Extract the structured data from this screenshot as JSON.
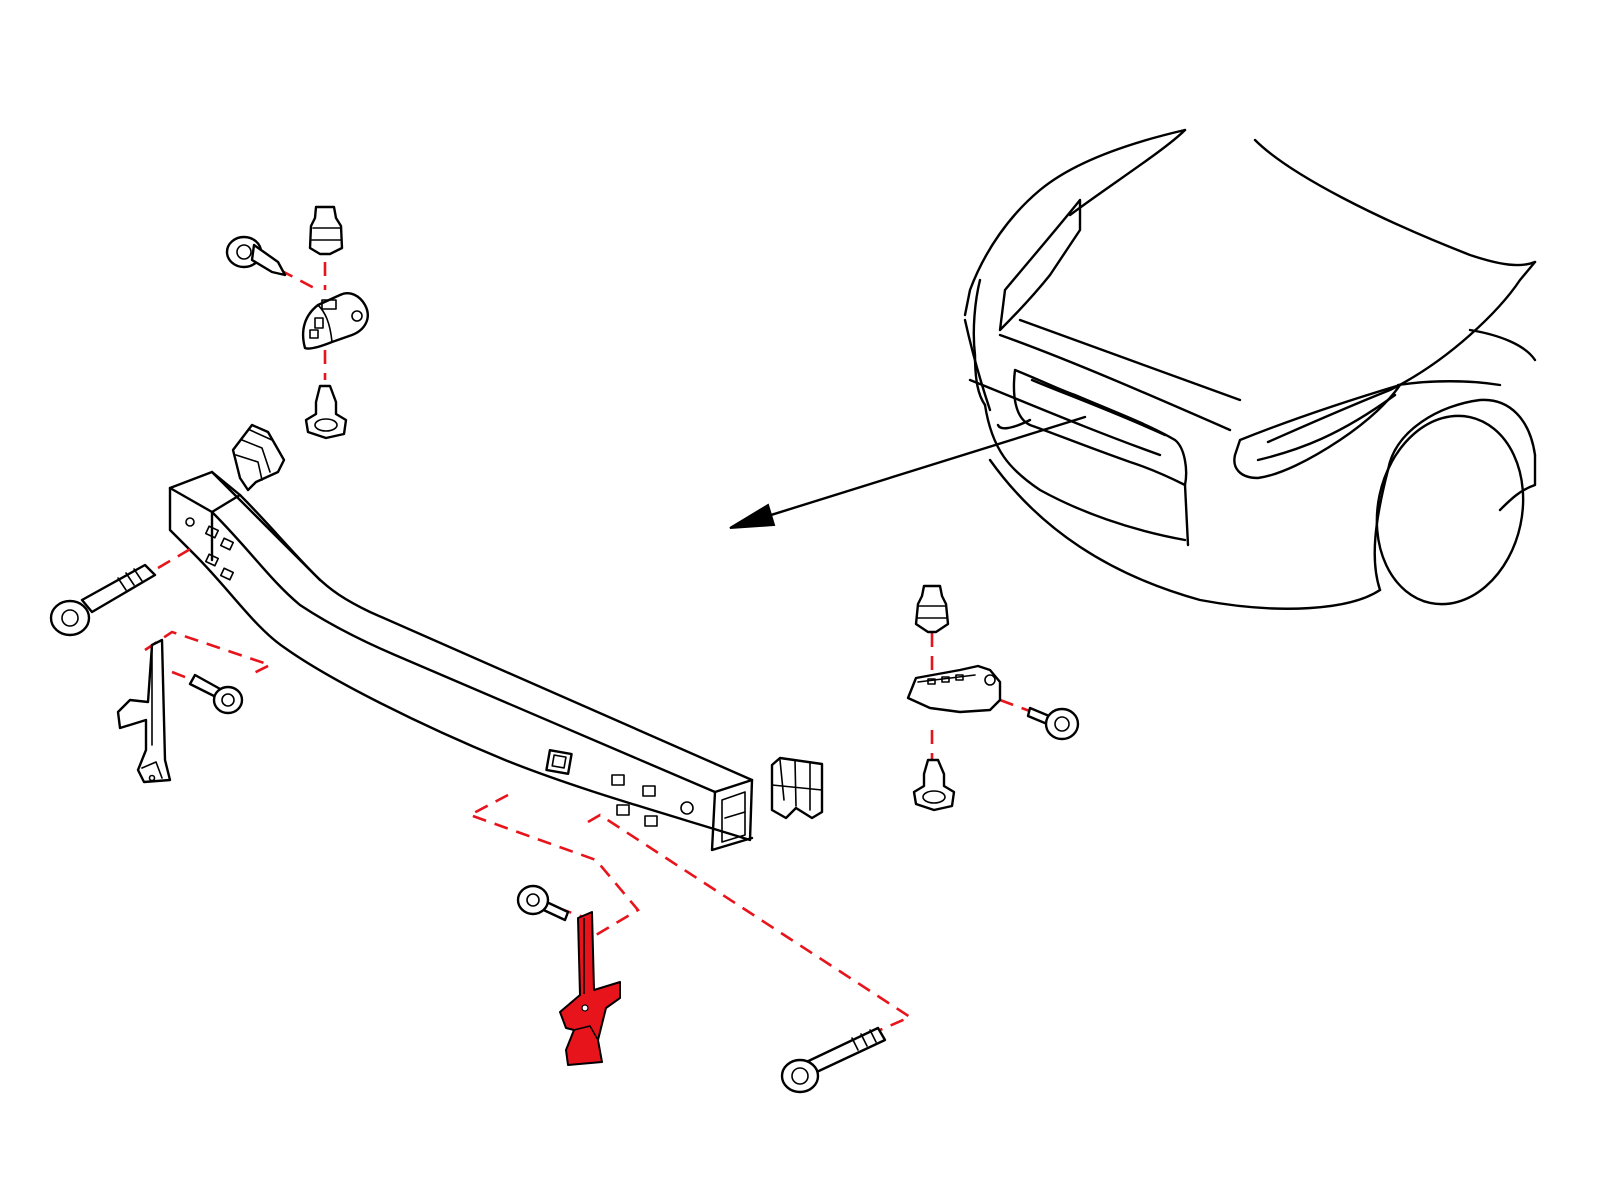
{
  "diagram": {
    "kind": "exploded-parts-view",
    "colors": {
      "background": "#ffffff",
      "line": "#000000",
      "leader": "#e8141c",
      "highlight": "#e8141c"
    },
    "highlighted_part": "center-lower-bracket",
    "parts": [
      {
        "id": "vehicle-front-outline",
        "icon": "car-front-icon"
      },
      {
        "id": "location-arrow",
        "icon": "arrow-icon"
      },
      {
        "id": "bumper-reinforcement-beam",
        "icon": "beam-icon"
      },
      {
        "id": "left-upper-mount-bracket",
        "icon": "bracket-icon"
      },
      {
        "id": "right-upper-mount-bracket",
        "icon": "bracket-icon"
      },
      {
        "id": "left-crush-spacer",
        "icon": "spacer-icon"
      },
      {
        "id": "right-crush-spacer",
        "icon": "spacer-icon"
      },
      {
        "id": "left-lower-bracket",
        "icon": "bracket-icon"
      },
      {
        "id": "center-lower-bracket",
        "icon": "bracket-icon"
      },
      {
        "id": "bolts",
        "icon": "bolt-icon"
      },
      {
        "id": "clips",
        "icon": "clip-icon"
      }
    ]
  }
}
